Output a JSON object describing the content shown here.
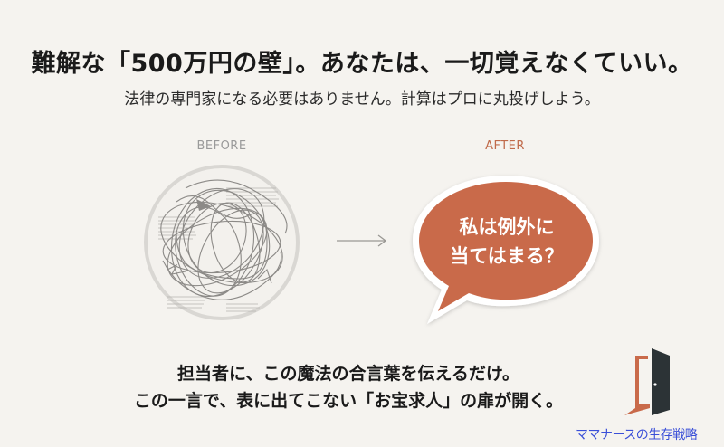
{
  "header": {
    "headline": "難解な「500万円の壁」。あなたは、一切覚えなくていい。",
    "subhead": "法律の専門家になる必要はありません。計算はプロに丸投げしよう。"
  },
  "comparison": {
    "before_label": "BEFORE",
    "after_label": "AFTER",
    "bubble_line1": "私は例外に",
    "bubble_line2": "当てはまる？"
  },
  "footer": {
    "line1": "担当者に、この魔法の合言葉を伝えるだけ。",
    "line2": "この一言で、表に出てこない「お宝求人」の扉が開く。"
  },
  "watermark": "ママナースの生存戦略",
  "colors": {
    "background": "#f5f3ef",
    "accent": "#c96a4a",
    "after_label": "#c06a4a",
    "before_label": "#9a9a9a",
    "door_dark": "#2c3336",
    "door_frame": "#c96a4a",
    "watermark": "#3a4fd8"
  },
  "icons": {
    "before": "tangled-scribble-circle",
    "arrow": "right-arrow",
    "after": "speech-bubble",
    "door": "open-door"
  }
}
